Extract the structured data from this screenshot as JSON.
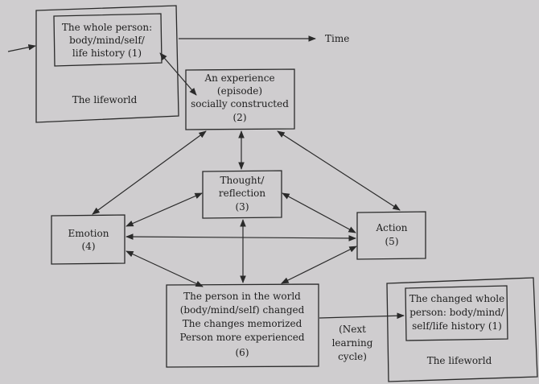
{
  "diagram": {
    "whole_person": [
      "The whole person:",
      "body/mind/self/",
      "life history (1)"
    ],
    "lifeworld_1": "The lifeworld",
    "time": "Time",
    "experience": [
      "An experience",
      "(episode)",
      "socially constructed",
      "(2)"
    ],
    "thought": [
      "Thought/",
      "reflection",
      "(3)"
    ],
    "emotion": [
      "Emotion",
      "(4)"
    ],
    "action": [
      "Action",
      "(5)"
    ],
    "person_changed": [
      "The person in the world",
      "(body/mind/self) changed",
      "The changes memorized",
      "Person more experienced",
      "(6)"
    ],
    "next_cycle": [
      "(Next",
      "learning",
      "cycle)"
    ],
    "changed_whole": [
      "The changed whole",
      "person: body/mind/",
      "self/life history (1)"
    ],
    "lifeworld_2": "The lifeworld"
  }
}
